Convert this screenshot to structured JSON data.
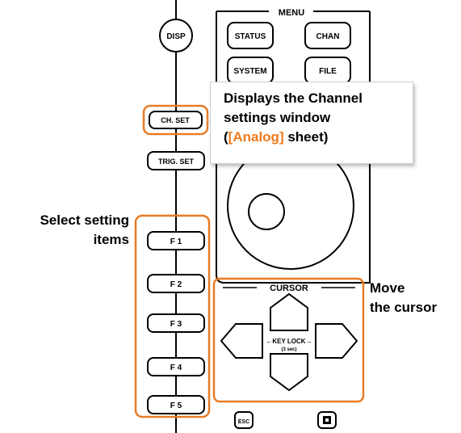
{
  "menu": {
    "title": "MENU",
    "buttons": [
      "STATUS",
      "CHAN",
      "SYSTEM",
      "FILE"
    ]
  },
  "left_buttons": {
    "disp": "DISP",
    "chset": "CH. SET",
    "trigset": "TRIG. SET"
  },
  "function_keys": [
    "F 1",
    "F 2",
    "F 3",
    "F 4",
    "F 5"
  ],
  "cursor": {
    "title": "CURSOR",
    "keylock": "←KEY LOCK→",
    "keylock_sub": "(3 sec)"
  },
  "bottom_buttons": {
    "esc": "ESC",
    "enter_icon": "enter-icon"
  },
  "callout": {
    "line1": "Displays the Channel",
    "line2": "settings window",
    "line3_open": "(",
    "line3_highlight": "[Analog]",
    "line3_close": " sheet)"
  },
  "labels": {
    "select_line1": "Select setting",
    "select_line2": "items",
    "move_line1": "Move",
    "move_line2": "the cursor"
  },
  "colors": {
    "accent": "#f07a1a",
    "panel_line": "#000000"
  }
}
